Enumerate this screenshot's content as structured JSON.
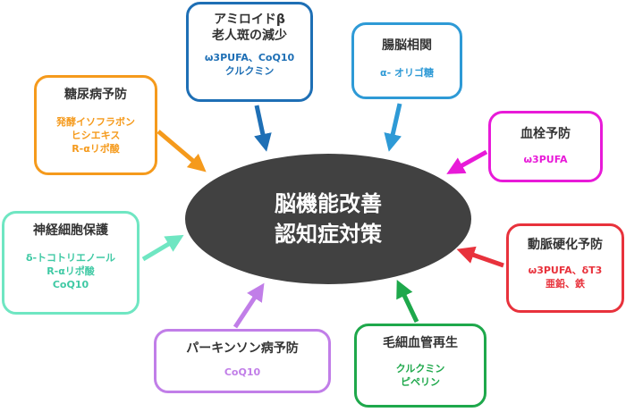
{
  "center": {
    "line1": "脳機能改善",
    "line2": "認知症対策"
  },
  "boxes": {
    "amyloid": {
      "title1": "アミロイドβ",
      "title2": "老人斑の減少",
      "item1": "ω3PUFA、CoQ10",
      "item2": "クルクミン",
      "color": "#1e6fb5"
    },
    "gut": {
      "title1": "腸脳相関",
      "item1": "α- オリゴ糖",
      "color": "#2e9ad6"
    },
    "thrombus": {
      "title1": "血栓予防",
      "item1": "ω3PUFA",
      "color": "#e81ad8"
    },
    "artery": {
      "title1": "動脈硬化予防",
      "item1": "ω3PUFA、δT3",
      "item2": "亜鉛、鉄",
      "color": "#e8323c"
    },
    "capillary": {
      "title1": "毛細血管再生",
      "item1": "クルクミン",
      "item2": "ピペリン",
      "color": "#1ea84b"
    },
    "parkinson": {
      "title1": "パーキンソン病予防",
      "item1": "CoQ10",
      "color": "#c17ee8"
    },
    "neuro": {
      "title1": "神経細胞保護",
      "item1": "δ-トコトリエノール",
      "item2": "R-αリポ酸",
      "item3": "CoQ10",
      "color": "#6fe6c2"
    },
    "diabetes": {
      "title1": "糖尿病予防",
      "item1": "発酵イソフラボン",
      "item2": "ヒシエキス",
      "item3": "R-αリポ酸",
      "color": "#f59a1c"
    }
  }
}
